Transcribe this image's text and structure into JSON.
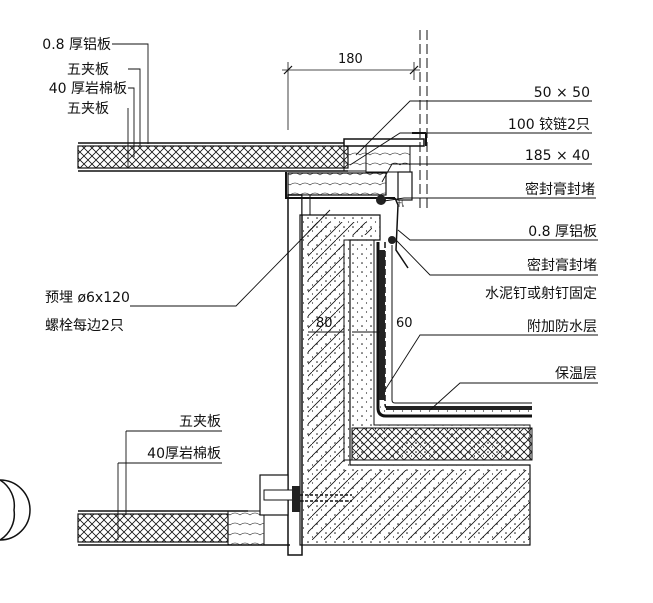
{
  "labels": {
    "aluminum_top": "0.8 厚铝板",
    "plywood_top_1": "五夹板",
    "rockwool_top": "40 厚岩棉板",
    "plywood_top_2": "五夹板",
    "batten": "50 × 50",
    "hinge": "100 铰链2只",
    "timber": "185 × 40",
    "sealant_1": "密封膏封堵",
    "aluminum_right": "0.8 厚铝板",
    "sealant_2": "密封膏封堵",
    "nails": "水泥钉或射钉固定",
    "waterproof": "附加防水层",
    "insulation": "保温层",
    "bolt_line1": "预埋 ø6x120",
    "bolt_line2": "螺栓每边2只",
    "plywood_bottom": "五夹板",
    "rockwool_bottom": "40厚岩棉板"
  },
  "dimensions": {
    "top_width": "180",
    "wall_80": "80",
    "wall_60": "60"
  }
}
